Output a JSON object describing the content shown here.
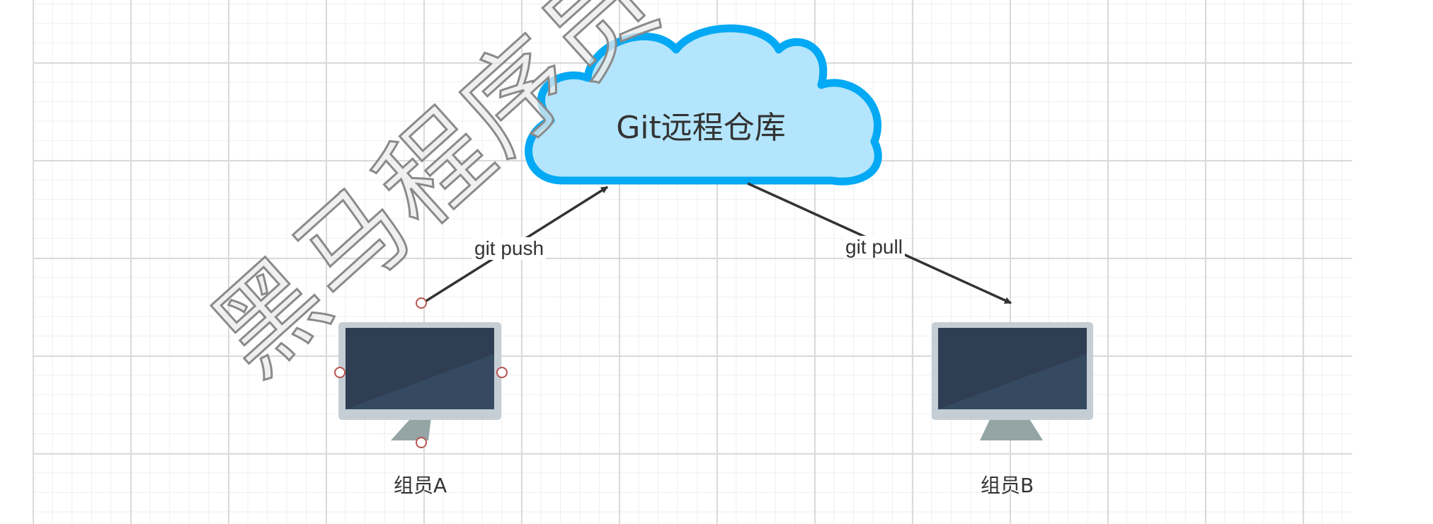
{
  "cloud": {
    "label": "Git远程仓库",
    "fill": "#b3e5fc",
    "stroke": "#03a9f4"
  },
  "edges": {
    "push": {
      "label": "git push"
    },
    "pull": {
      "label": "git pull"
    }
  },
  "nodes": {
    "member_a": {
      "label": "组员A"
    },
    "member_b": {
      "label": "组员B"
    }
  },
  "watermark": {
    "text": "黑马程序员 北"
  },
  "colors": {
    "monitor_screen": "#2f3e52",
    "monitor_frame": "#c5ced4",
    "monitor_stand": "#95a5a6",
    "edge": "#333333",
    "handle": "#b85450"
  }
}
